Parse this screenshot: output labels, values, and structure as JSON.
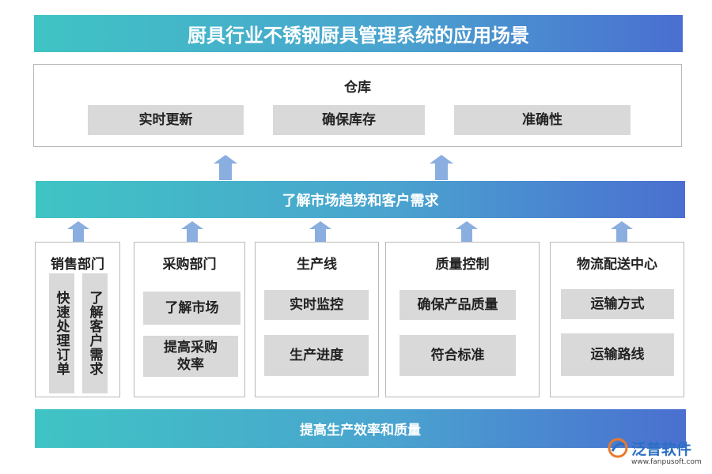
{
  "title": "厨具行业不锈钢厨具管理系统的应用场景",
  "warehouse": {
    "label": "仓库",
    "items": [
      "实时更新",
      "确保库存",
      "准确性"
    ]
  },
  "middle_bar": "了解市场趋势和客户需求",
  "departments": [
    {
      "title": "销售部门",
      "items": [
        "快速处理订单",
        "了解客户需求"
      ]
    },
    {
      "title": "采购部门",
      "items": [
        "了解市场",
        "提高采购效率"
      ]
    },
    {
      "title": "生产线",
      "items": [
        "实时监控",
        "生产进度"
      ]
    },
    {
      "title": "质量控制",
      "items": [
        "确保产品质量",
        "符合标准"
      ]
    },
    {
      "title": "物流配送中心",
      "items": [
        "运输方式",
        "运输路线"
      ]
    }
  ],
  "bottom_bar": "提高生产效率和质量",
  "watermark": {
    "brand": "泛普软件",
    "url": "www.fanpusoft.com"
  },
  "colors": {
    "gradient_start": "#3fc4c4",
    "gradient_end": "#4a6fd0",
    "box": "#d9d9d9",
    "arrow": "#8aaee0"
  }
}
